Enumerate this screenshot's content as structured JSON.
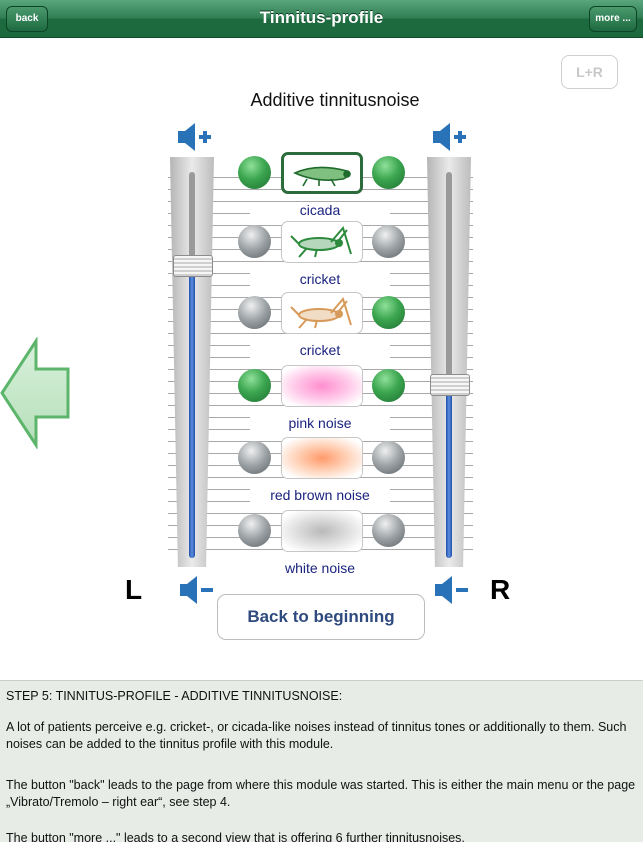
{
  "navbar": {
    "title": "Tinnitus-profile",
    "back_label": "back",
    "more_label": "more ..."
  },
  "lr_button": "L+R",
  "heading": "Additive tinnitusnoise",
  "left_channel_label": "L",
  "right_channel_label": "R",
  "left_volume_level": 0.76,
  "right_volume_level": 0.45,
  "noises": [
    {
      "label": "cicada",
      "left_on": true,
      "right_on": true,
      "selected": true,
      "icon": "cicada-icon"
    },
    {
      "label": "cricket",
      "left_on": false,
      "right_on": false,
      "selected": false,
      "icon": "cricket-icon"
    },
    {
      "label": "cricket",
      "left_on": false,
      "right_on": true,
      "selected": false,
      "icon": "cricket-icon"
    },
    {
      "label": "pink noise",
      "left_on": true,
      "right_on": true,
      "selected": false,
      "icon": "pink-noise-swatch"
    },
    {
      "label": "red brown noise",
      "left_on": false,
      "right_on": false,
      "selected": false,
      "icon": "red-brown-noise-swatch"
    },
    {
      "label": "white noise",
      "left_on": false,
      "right_on": false,
      "selected": false,
      "icon": "white-noise-swatch"
    }
  ],
  "back_to_beginning": "Back to beginning",
  "info": {
    "title": "STEP 5: TINNITUS-PROFILE - ADDITIVE TINNITUSNOISE:",
    "p1": "A lot of patients perceive e.g. cricket-, or cicada-like noises instead of tinnitus tones or additionally to them. Such noises can be added to the tinnitus profile with this module.",
    "p2": "The button \"back\" leads to the page from where this module was started. This is either the main menu or the page „Vibrato/Tremolo – right ear“, see step 4.",
    "p3": "The button \"more ...\" leads to a second view that is offering 6 further tinnitusnoises."
  },
  "colors": {
    "navbar_green": "#1d6a3f",
    "active_green": "#3ba64f",
    "label_blue": "#1a237e",
    "slider_blue": "#2a5cc0"
  }
}
